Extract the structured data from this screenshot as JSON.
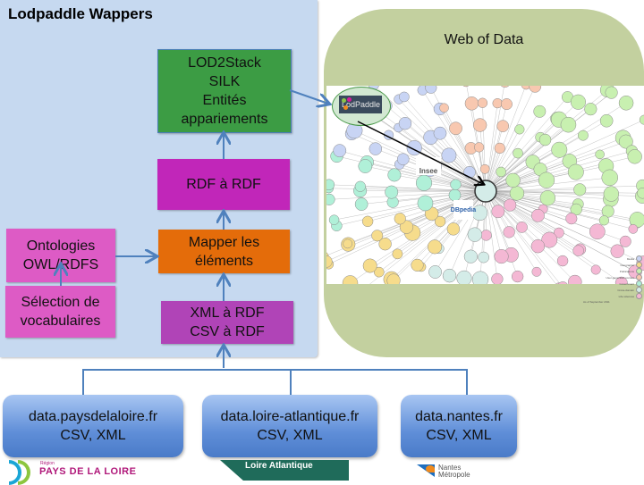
{
  "panel": {
    "title": "Lodpaddle Wappers",
    "boxes": {
      "lod2stack": "LOD2Stack\nSILK\nEntités\nappariements",
      "rdf_to_rdf": "RDF à RDF",
      "mapper": "Mapper les\néléments",
      "ontologies": "Ontologies\nOWL/RDFS",
      "selection": "Sélection de\nvocabulaires",
      "xml_csv": "XML  à  RDF\nCSV à RDF"
    }
  },
  "web_of_data": {
    "title": "Web of Data",
    "lodpaddle_logo": "LodPaddle",
    "insee_logo": "Insee",
    "dbpedia_logo": "DBpedia",
    "legend": [
      "Media",
      "Geographic",
      "Publications",
      "User-generated content",
      "Government",
      "Cross-domain",
      "Life sciences"
    ],
    "legend_colors": [
      "#c8d4f4",
      "#f6dc8c",
      "#c8f0b0",
      "#f8c8b0",
      "#b0f0d8",
      "#d4ece8",
      "#f4b8d4"
    ],
    "footer": "As of September 2011"
  },
  "sources": [
    {
      "label": "data.paysdelaloire.fr\n    CSV, XML",
      "logo": "PAYS DE LA LOIRE",
      "logo_sub": "Région"
    },
    {
      "label": "data.loire-atlantique.fr\n    CSV, XML",
      "logo": "Loire Atlantique"
    },
    {
      "label": "data.nantes.fr\nCSV, XML",
      "logo": "Nantes Métropole"
    }
  ],
  "colors": {
    "panel_bg": "#c6d9f0",
    "connector": "#4f81bd",
    "green": "#3c9c44",
    "magenta": "#c126b9",
    "orange": "#e46c0a",
    "pink": "#dd5bc5",
    "purple": "#b044b7",
    "wod_bg": "#c3d09f"
  }
}
